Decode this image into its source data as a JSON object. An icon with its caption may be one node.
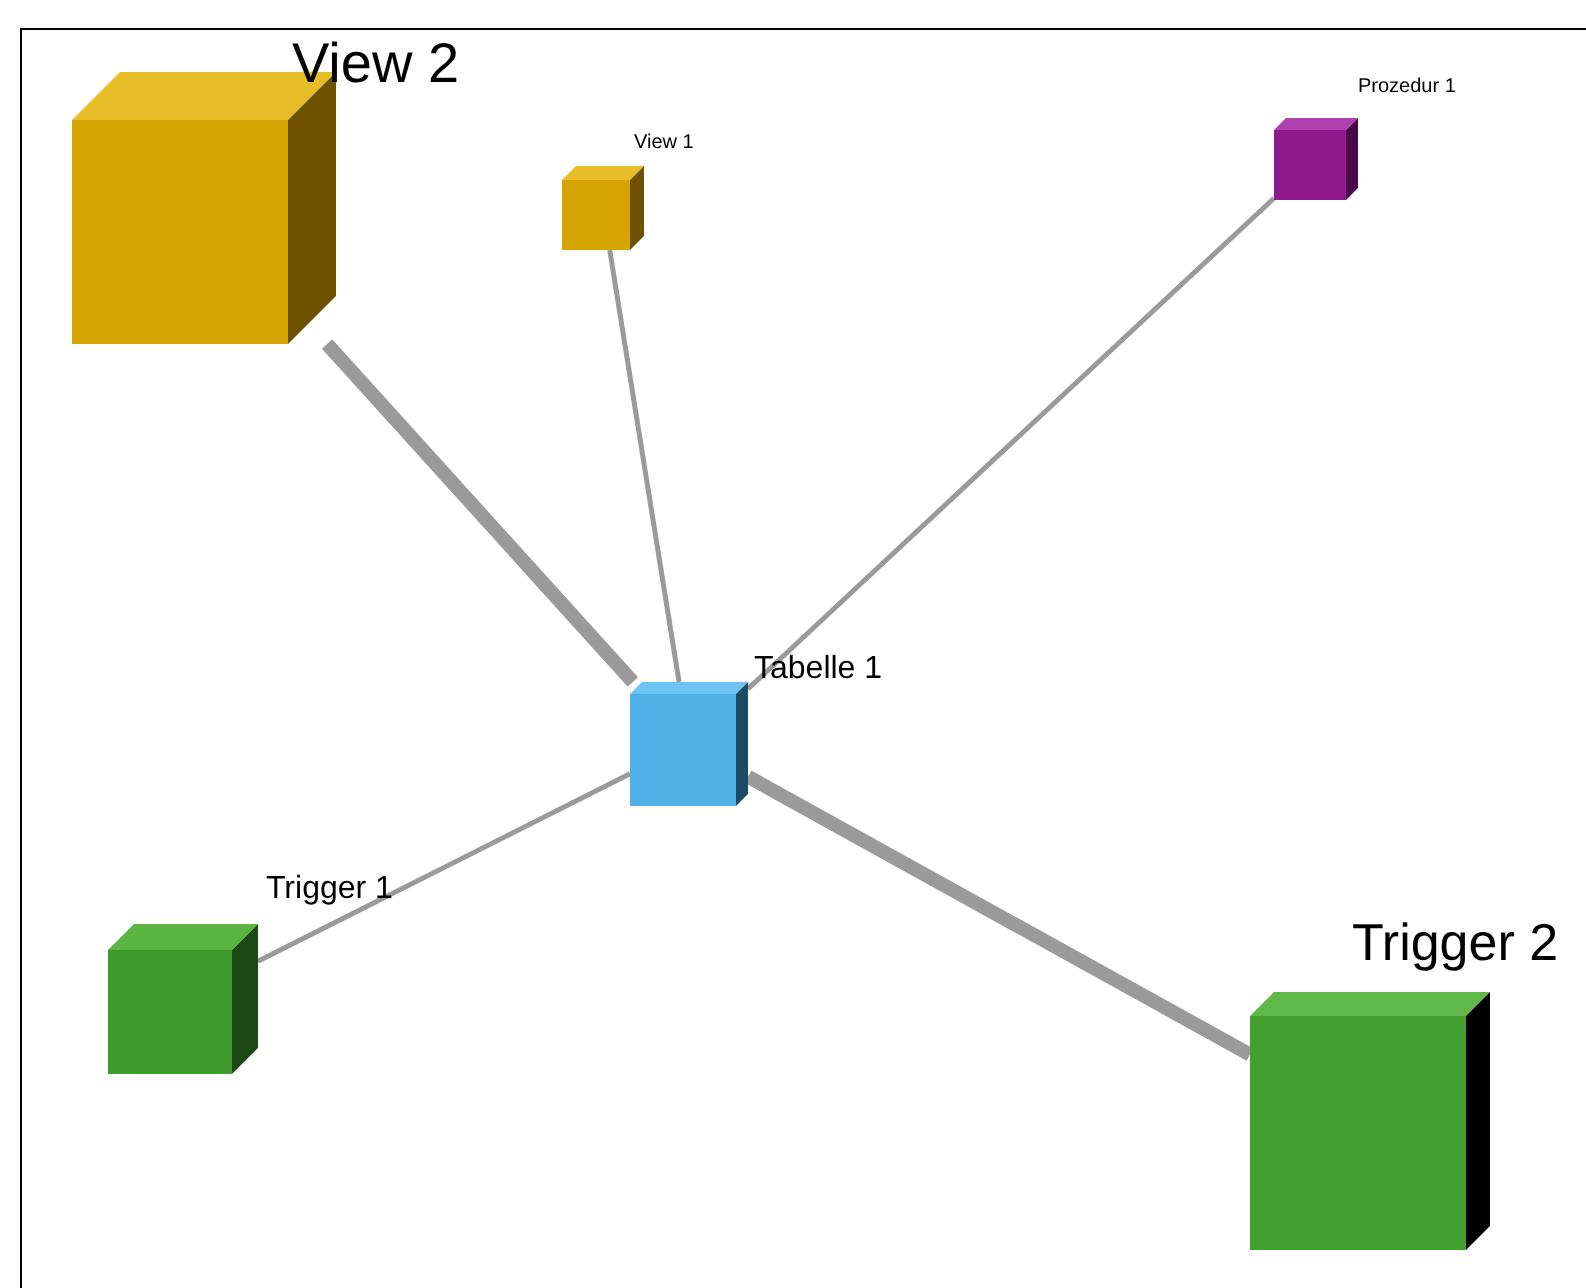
{
  "diagram": {
    "nodes": [
      {
        "text": [
          "View 2"
        ]
      },
      {
        "text": [
          "View 1"
        ]
      },
      {
        "text": [
          "Prozedur 1"
        ]
      },
      {
        "text": [
          "Tabelle 1"
        ]
      },
      {
        "text": [
          "Trigger 1"
        ]
      },
      {
        "text": [
          "Trigger 2"
        ]
      }
    ],
    "edges": [
      {
        "from": 3,
        "to": 0,
        "arrow": "none",
        "style": "thick"
      },
      {
        "from": 3,
        "to": 1,
        "arrow": "none"
      },
      {
        "from": 3,
        "to": 2,
        "arrow": "none"
      },
      {
        "from": 3,
        "to": 4,
        "arrow": "none"
      },
      {
        "from": 3,
        "to": 5,
        "arrow": "none",
        "style": "thick"
      }
    ]
  }
}
